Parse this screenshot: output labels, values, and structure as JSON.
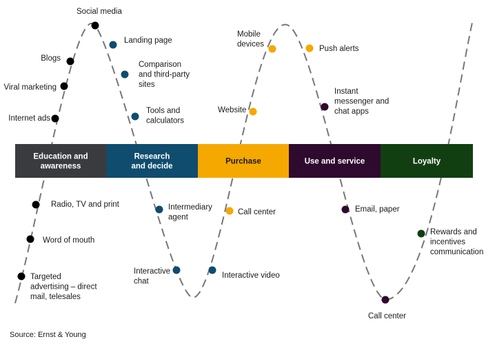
{
  "stages": [
    {
      "id": "education",
      "lines": [
        "Education and",
        "awareness"
      ],
      "bg": "#3a3b3f",
      "fg": "#ffffff"
    },
    {
      "id": "research",
      "lines": [
        "Research",
        "and decide"
      ],
      "bg": "#0f4c6e",
      "fg": "#ffffff"
    },
    {
      "id": "purchase",
      "lines": [
        "Purchase"
      ],
      "bg": "#f5a800",
      "fg": "#1a1a1a"
    },
    {
      "id": "use",
      "lines": [
        "Use and service"
      ],
      "bg": "#2e0a2e",
      "fg": "#ffffff"
    },
    {
      "id": "loyalty",
      "lines": [
        "Loyalty"
      ],
      "bg": "#123f12",
      "fg": "#ffffff"
    }
  ],
  "stage_colors": {
    "education": "#000000",
    "research": "#0f4c6e",
    "purchase": "#f5a800",
    "use": "#2e0a2e",
    "loyalty": "#123f12"
  },
  "touchpoints": [
    {
      "key": "social-media",
      "stage": "education",
      "lines": [
        "Social media"
      ]
    },
    {
      "key": "blogs",
      "stage": "education",
      "lines": [
        "Blogs"
      ]
    },
    {
      "key": "viral-marketing",
      "stage": "education",
      "lines": [
        "Viral marketing"
      ]
    },
    {
      "key": "internet-ads",
      "stage": "education",
      "lines": [
        "Internet ads"
      ]
    },
    {
      "key": "radio-tv-print",
      "stage": "education",
      "lines": [
        "Radio, TV and print"
      ]
    },
    {
      "key": "word-of-mouth",
      "stage": "education",
      "lines": [
        "Word of mouth"
      ]
    },
    {
      "key": "targeted-advertising",
      "stage": "education",
      "lines": [
        "Targeted",
        "advertising – direct",
        "mail, telesales"
      ]
    },
    {
      "key": "landing-page",
      "stage": "research",
      "lines": [
        "Landing page"
      ]
    },
    {
      "key": "comparison-sites",
      "stage": "research",
      "lines": [
        "Comparison",
        "and third-party",
        "sites"
      ]
    },
    {
      "key": "tools-calculators",
      "stage": "research",
      "lines": [
        "Tools and",
        "calculators"
      ]
    },
    {
      "key": "intermediary-agent",
      "stage": "research",
      "lines": [
        "Intermediary",
        "agent"
      ]
    },
    {
      "key": "interactive-chat",
      "stage": "research",
      "lines": [
        "Interactive",
        "chat"
      ]
    },
    {
      "key": "mobile-devices",
      "stage": "purchase",
      "lines": [
        "Mobile",
        "devices"
      ]
    },
    {
      "key": "push-alerts",
      "stage": "purchase",
      "lines": [
        "Push alerts"
      ]
    },
    {
      "key": "website",
      "stage": "purchase",
      "lines": [
        "Website"
      ]
    },
    {
      "key": "call-center-purchase",
      "stage": "purchase",
      "lines": [
        "Call center"
      ]
    },
    {
      "key": "interactive-video",
      "stage": "research",
      "lines": [
        "Interactive video"
      ]
    },
    {
      "key": "instant-messenger",
      "stage": "use",
      "lines": [
        "Instant",
        "messenger and",
        "chat apps"
      ]
    },
    {
      "key": "email-paper",
      "stage": "use",
      "lines": [
        "Email, paper"
      ]
    },
    {
      "key": "call-center-use",
      "stage": "use",
      "lines": [
        "Call center"
      ]
    },
    {
      "key": "rewards-incentives",
      "stage": "loyalty",
      "lines": [
        "Rewards and",
        "incentives",
        "communication"
      ]
    }
  ],
  "source": "Source: Ernst & Young"
}
